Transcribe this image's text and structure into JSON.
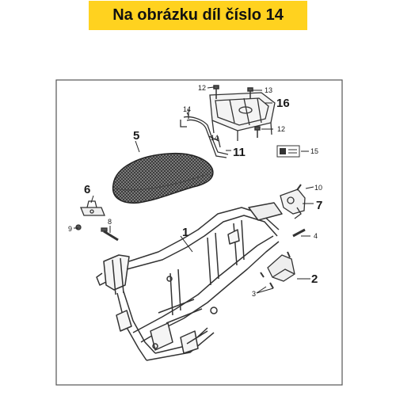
{
  "banner": {
    "text": "Na obrázku díl číslo 14",
    "color": "#ffd21f"
  },
  "callouts": {
    "p1": "1",
    "p2": "2",
    "p3": "3",
    "p4": "4",
    "p5": "5",
    "p6": "6",
    "p7": "7",
    "p8": "8",
    "p9": "9",
    "p10": "10",
    "p11": "11",
    "p12a": "12",
    "p12b": "12",
    "p13": "13",
    "p14a": "14",
    "p14b": "14",
    "p15": "15",
    "p16": "16"
  }
}
